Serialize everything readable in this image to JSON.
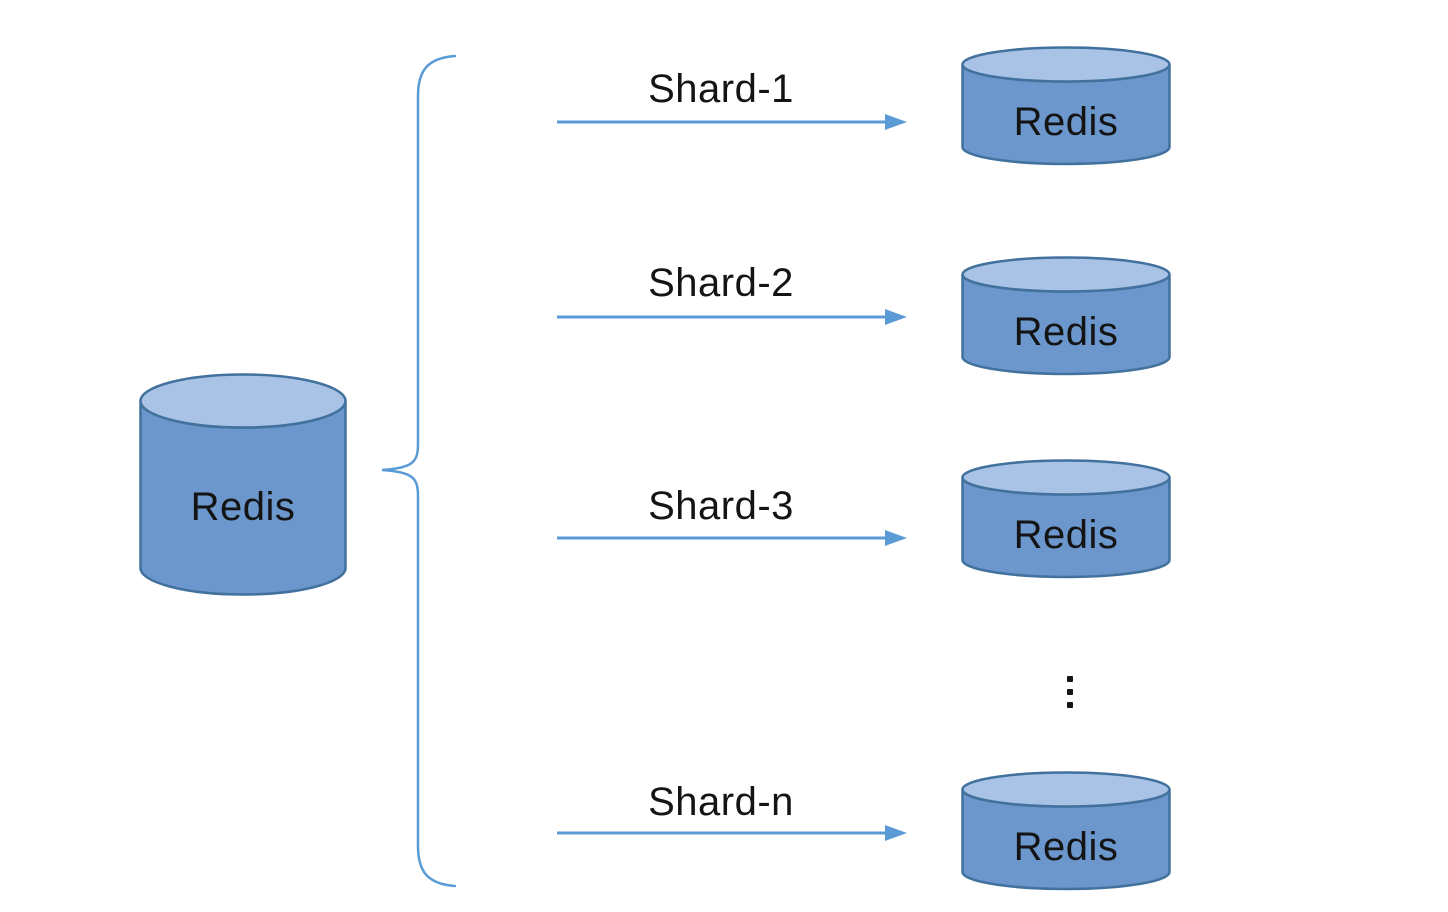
{
  "colors": {
    "background": "#ffffff",
    "accent_blue": "#5b9bd5",
    "cylinder_body": "#6b97cc",
    "cylinder_top": "#a9c3e6",
    "cylinder_outline": "#41719c",
    "text": "#141414"
  },
  "source": {
    "label": "Redis"
  },
  "shards": [
    {
      "label": "Shard-1",
      "target": {
        "label": "Redis"
      }
    },
    {
      "label": "Shard-2",
      "target": {
        "label": "Redis"
      }
    },
    {
      "label": "Shard-3",
      "target": {
        "label": "Redis"
      }
    },
    {
      "label": "Shard-n",
      "target": {
        "label": "Redis"
      }
    }
  ],
  "ellipsis": {
    "icon": "vertical-ellipsis",
    "glyph": "⋮"
  }
}
